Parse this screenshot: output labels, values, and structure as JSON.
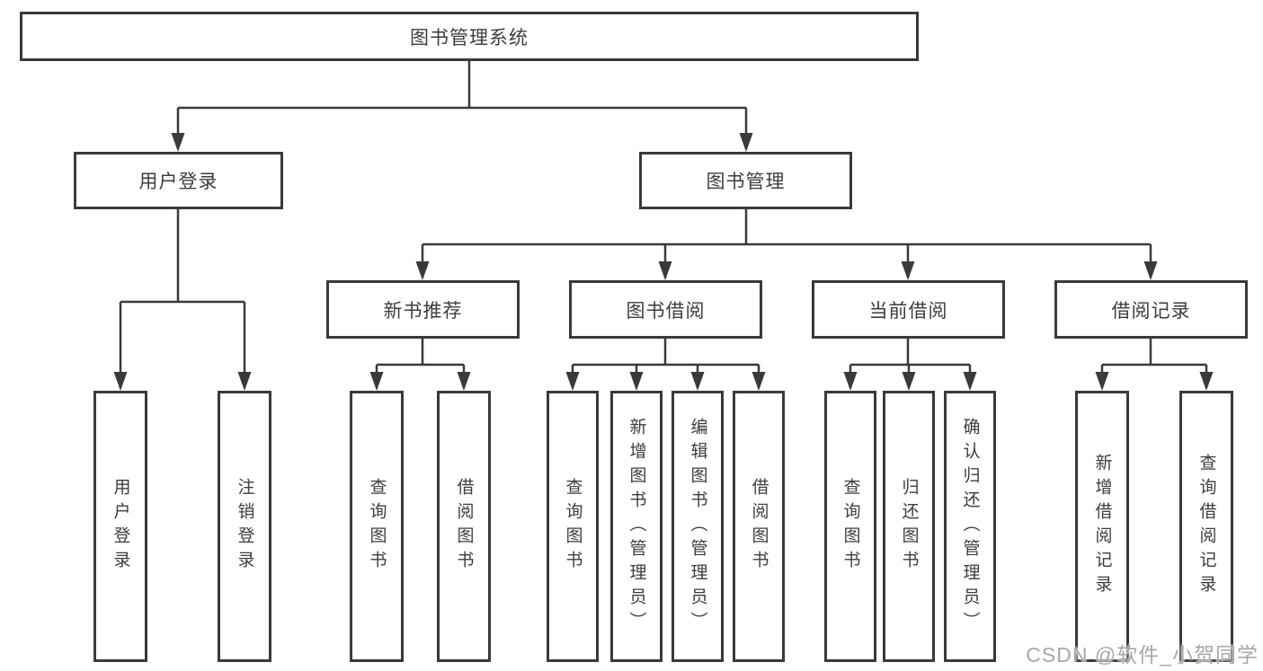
{
  "tree": {
    "root": {
      "label": "图书管理系统"
    },
    "branches": [
      {
        "label": "用户登录",
        "children": [
          {
            "label": "用户登录"
          },
          {
            "label": "注销登录"
          }
        ]
      },
      {
        "label": "图书管理",
        "children": [
          {
            "label": "新书推荐",
            "children": [
              {
                "label": "查询图书"
              },
              {
                "label": "借阅图书"
              }
            ]
          },
          {
            "label": "图书借阅",
            "children": [
              {
                "label": "查询图书"
              },
              {
                "label": "新增图书（管理员）"
              },
              {
                "label": "编辑图书（管理员）"
              },
              {
                "label": "借阅图书"
              }
            ]
          },
          {
            "label": "当前借阅",
            "children": [
              {
                "label": "查询图书"
              },
              {
                "label": "归还图书"
              },
              {
                "label": "确认归还（管理员）"
              }
            ]
          },
          {
            "label": "借阅记录",
            "children": [
              {
                "label": "新增借阅记录"
              },
              {
                "label": "查询借阅记录"
              }
            ]
          }
        ]
      }
    ]
  },
  "watermark": {
    "text": "CSDN @软件_小贺同学"
  },
  "colors": {
    "line": "#3a3a3a",
    "text": "#3d3d3d",
    "watermark": "#a8a8a8",
    "background": "#ffffff"
  }
}
